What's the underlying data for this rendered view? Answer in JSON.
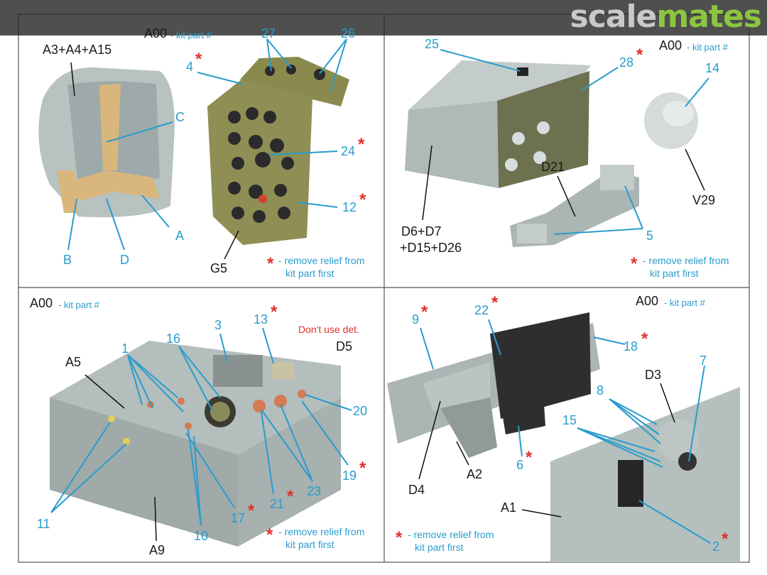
{
  "watermark": {
    "part1": "scale",
    "part2": "mates"
  },
  "colors": {
    "label_blue": "#2a9ccc",
    "star_red": "#e0302a",
    "plastic_gray": "#b5c0bf",
    "olive": "#8a8a4e"
  },
  "legend": {
    "code": "A00",
    "desc": "- kit part #",
    "note_line1": "- remove relief from",
    "note_line2": "kit part first",
    "star": "*"
  },
  "panel_top_left": {
    "labels": [
      "27",
      "26",
      "A3+A4+A15",
      "4",
      "C",
      "24",
      "12",
      "A",
      "B",
      "D",
      "G5"
    ]
  },
  "panel_top_right": {
    "labels": [
      "25",
      "28",
      "14",
      "D21",
      "V29",
      "5",
      "D6+D7",
      "+D15+D26"
    ]
  },
  "panel_bottom_left": {
    "warning": "Don't use det.",
    "labels": [
      "D5",
      "13",
      "3",
      "16",
      "1",
      "A5",
      "20",
      "19",
      "23",
      "21",
      "17",
      "11",
      "10",
      "A9"
    ]
  },
  "panel_bottom_right": {
    "labels": [
      "9",
      "22",
      "18",
      "7",
      "D3",
      "8",
      "15",
      "6",
      "A2",
      "D4",
      "A1",
      "2"
    ]
  }
}
